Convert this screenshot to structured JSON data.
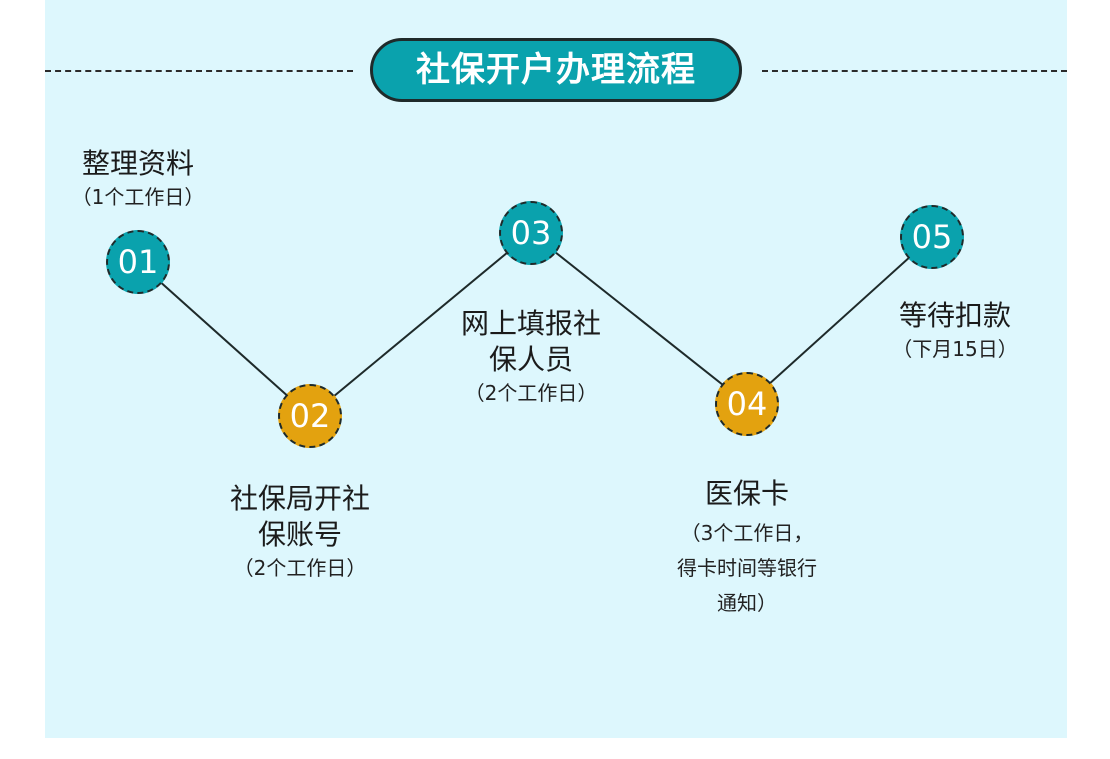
{
  "title": "社保开户办理流程",
  "colors": {
    "panel_bg": "#ddf7fd",
    "teal": "#0aa2ad",
    "gold": "#e3a20f",
    "line": "#1e2a2a"
  },
  "steps": [
    {
      "num": "01",
      "main": "整理资料",
      "sub": "（1个工作日）",
      "color": "teal"
    },
    {
      "num": "02",
      "main": "社保局开社\n保账号",
      "sub": "（2个工作日）",
      "color": "gold"
    },
    {
      "num": "03",
      "main": "网上填报社\n保人员",
      "sub": "（2个工作日）",
      "color": "teal"
    },
    {
      "num": "04",
      "main": "医保卡",
      "sub": "（3个工作日，\n得卡时间等银行\n通知）",
      "color": "gold"
    },
    {
      "num": "05",
      "main": "等待扣款",
      "sub": "（下月15日）",
      "color": "teal"
    }
  ]
}
